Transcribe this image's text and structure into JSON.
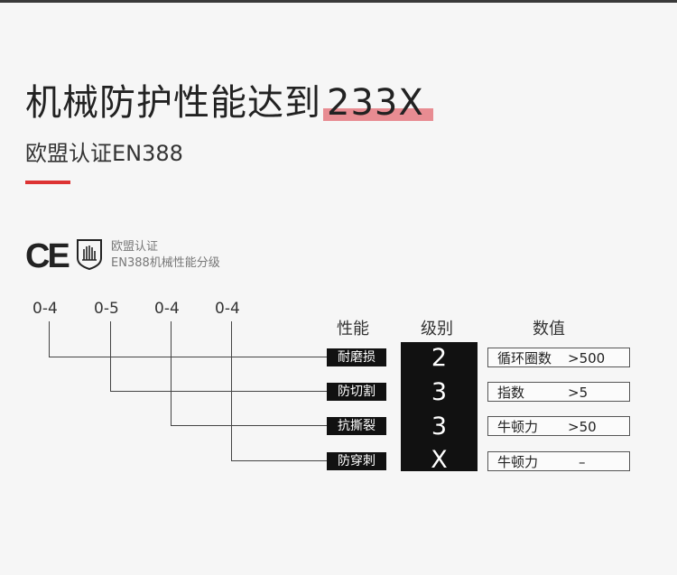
{
  "header": {
    "title_main": "机械防护性能达到",
    "title_highlight": "233X",
    "subtitle": "欧盟认证EN388"
  },
  "badge": {
    "ce_mark": "CE",
    "icon": "hand-shield-icon",
    "line1": "欧盟认证",
    "line2": "EN388机械性能分级"
  },
  "ranges": [
    "0-4",
    "0-5",
    "0-4",
    "0-4"
  ],
  "columns": {
    "performance": "性能",
    "level": "级别",
    "value": "数值"
  },
  "rows": [
    {
      "label": "耐磨损",
      "level": "2",
      "metric": "循环圈数",
      "value": ">500"
    },
    {
      "label": "防切割",
      "level": "3",
      "metric": "指数",
      "value": ">5"
    },
    {
      "label": "抗撕裂",
      "level": "3",
      "metric": "牛顿力",
      "value": ">50"
    },
    {
      "label": "防穿刺",
      "level": "X",
      "metric": "牛顿力",
      "value": "–"
    }
  ],
  "colors": {
    "accent_red": "#d33333",
    "highlight_pink": "#e88c92",
    "dark": "#111111"
  }
}
